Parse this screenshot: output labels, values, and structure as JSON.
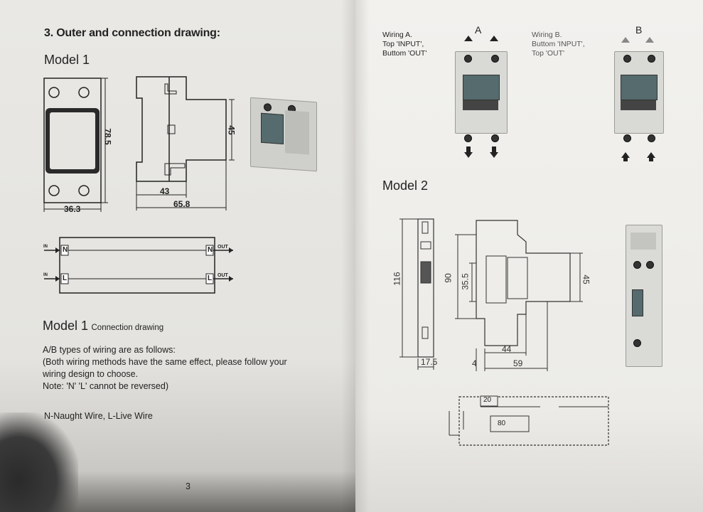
{
  "left_page": {
    "section_title": "3. Outer and connection drawing:",
    "model1_label": "Model 1",
    "dimensions": {
      "height": "78.5",
      "width": "36.3",
      "side_height": "45",
      "side_inner": "43",
      "side_total": "65.8"
    },
    "wiring": {
      "n_in": "IN",
      "l_in": "IN",
      "n_out": "OUT",
      "l_out": "OUT",
      "n_terminal": "N",
      "l_terminal": "L"
    },
    "connection_title_big": "Model  1",
    "connection_title_small": "Connection drawing",
    "instructions": [
      "A/B types of wiring are as follows:",
      "(Both wiring methods have the same effect, please follow your",
      "wiring design to choose.",
      "Note: 'N' 'L' cannot be reversed)"
    ],
    "legend_text": "N-Naught Wire, L-Live Wire",
    "page_number": "3"
  },
  "right_page": {
    "wiring_a": [
      "Wiring A.",
      "Top 'INPUT',",
      "Buttom 'OUT'"
    ],
    "wiring_b": [
      "Wiring B.",
      "Buttom 'INPUT',",
      "Top 'OUT'"
    ],
    "label_a": "A",
    "label_b": "B",
    "model2_label": "Model 2",
    "dimensions": {
      "height": "116",
      "width": "17.5",
      "side_height": "90",
      "side_inner": "35.5",
      "side_right": "45",
      "depth_a": "44",
      "depth_b": "59",
      "offset": "4",
      "bottom_20": "20",
      "bottom_80": "80"
    }
  }
}
